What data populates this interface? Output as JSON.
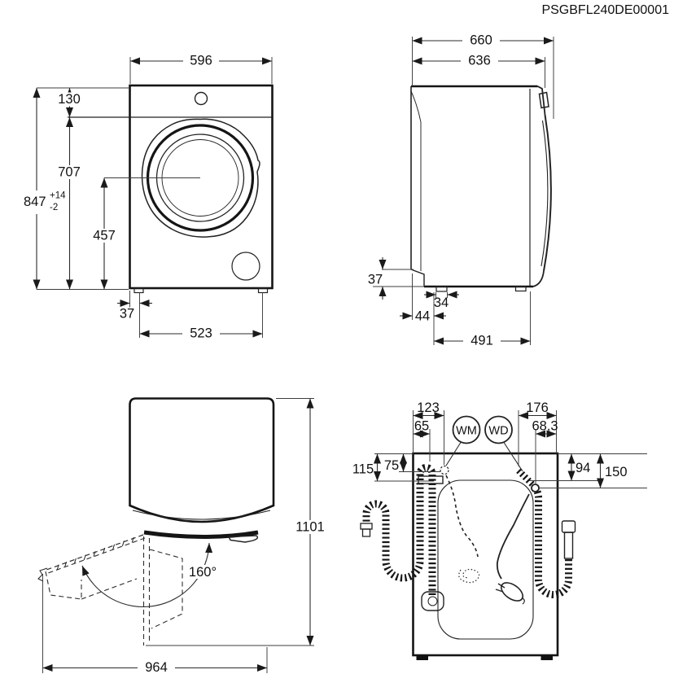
{
  "doc_code": "PSGBFL240DE00001",
  "front": {
    "width": "596",
    "panel_height": "130",
    "door_center_from_top": "707",
    "height": "847",
    "height_tol_plus": "+14",
    "height_tol_minus": "-2",
    "door_center_height": "457",
    "foot_inset": "37",
    "feet_span": "523"
  },
  "side": {
    "depth_total": "660",
    "depth_body": "636",
    "plinth_height": "37",
    "foot_width": "34",
    "rear_foot_offset": "44",
    "feet_span": "491"
  },
  "door_open": {
    "height_with_door": "1101",
    "door_angle": "160°",
    "depth_with_door": "964"
  },
  "rear": {
    "wm_label": "WM",
    "wd_label": "WD",
    "wm_from_left": "123",
    "drain_from_left": "65",
    "drain_from_top": "115",
    "wm_from_top": "75",
    "inlet_span": "176",
    "inlet_offset": "68,3",
    "inlet_from_top": "94",
    "elbow_from_top": "150"
  }
}
